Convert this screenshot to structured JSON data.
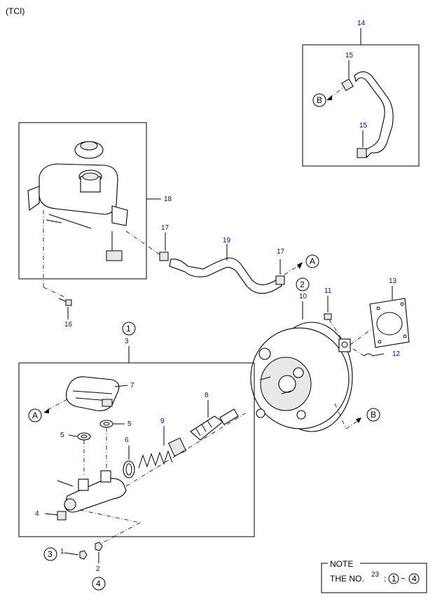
{
  "variant_label": "(TCI)",
  "callouts": {
    "c14": "14",
    "c15a": "15",
    "c15b": "15",
    "c18": "18",
    "c17a": "17",
    "c19": "19",
    "c17b": "17",
    "c16": "16",
    "c11": "11",
    "c10": "10",
    "c13": "13",
    "c12": "12",
    "c3": "3",
    "c7": "7",
    "c8": "8",
    "c9": "9",
    "c5a": "5",
    "c5b": "5",
    "c6": "6",
    "c4": "4",
    "c1": "1",
    "c2": "2"
  },
  "circled": {
    "ref_a_top": "A",
    "ref_a_left": "A",
    "ref_b_box": "B",
    "ref_b_right": "B",
    "g1": "1",
    "g2": "2",
    "g3": "3",
    "g4": "4"
  },
  "note": {
    "title": "NOTE",
    "prefix": "THE NO.",
    "number": "23",
    "sep": ":",
    "from": "1",
    "tilde": "~",
    "to": "4"
  }
}
